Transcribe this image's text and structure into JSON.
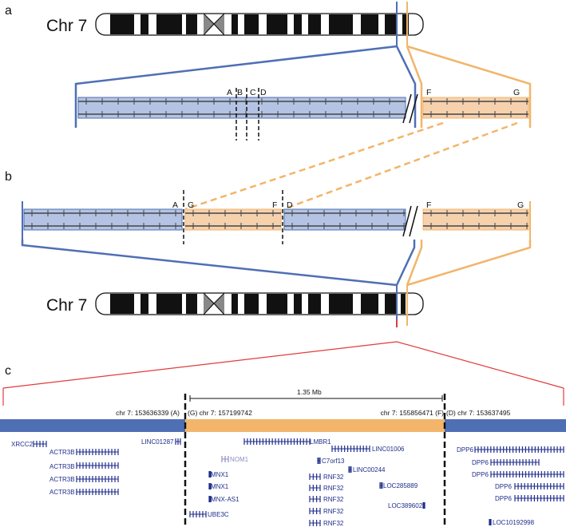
{
  "panels": {
    "a": "a",
    "b": "b",
    "c": "c"
  },
  "chromosome_label": "Chr 7",
  "breakpoints": {
    "A": "A",
    "B": "B",
    "C": "C",
    "D": "D",
    "F": "F",
    "G": "G"
  },
  "colors": {
    "blue": "#4f6fb5",
    "blue_fill": "#b4c3e3",
    "orange": "#f2b56a",
    "orange_fill": "#f6d1ae",
    "red": "#e23b3b",
    "gene": "#1f2d8a"
  },
  "scale_label": "1.35 Mb",
  "coordinates": {
    "left": "chr 7: 153636339 (A)",
    "g_start": "(G) chr 7: 157199742",
    "f_end": "chr 7: 155856471 (F)",
    "d_end": "(D) chr 7: 153637495"
  },
  "genes": {
    "xrcc2": "XRCC2",
    "actr3b": "ACTR3B",
    "linc01287": "LINC01287",
    "lmbr1": "LMBR1",
    "nom1": "NOM1",
    "linc01006": "LINC01006",
    "c7orf13": "C7orf13",
    "mnx1": "MNX1",
    "linc00244": "LINC00244",
    "mnx_as1": "MNX-AS1",
    "rnf32": "RNF32",
    "loc285889": "LOC285889",
    "ube3c": "UBE3C",
    "loc389602": "LOC389602",
    "dpp6": "DPP6",
    "loc10192998": "LOC10192998"
  }
}
